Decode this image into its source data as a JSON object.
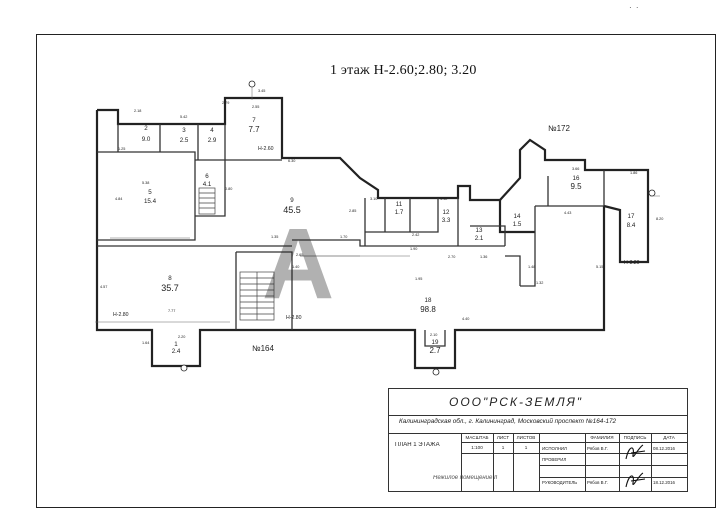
{
  "title": "1 этаж Н-2.60;2.80; 3.20",
  "corner_mark": "· ·",
  "building_labels": {
    "no172": "№172",
    "no164": "№164"
  },
  "rooms": [
    {
      "n": "2",
      "a": "9.0"
    },
    {
      "n": "3",
      "a": "2.5"
    },
    {
      "n": "4",
      "a": "2.9"
    },
    {
      "n": "7",
      "a": "7.7"
    },
    {
      "n": "5",
      "a": "15.4"
    },
    {
      "n": "6",
      "a": "4.1"
    },
    {
      "n": "9",
      "a": "45.5"
    },
    {
      "n": "11",
      "a": "1.7"
    },
    {
      "n": "12",
      "a": "3.3"
    },
    {
      "n": "13",
      "a": "2.1"
    },
    {
      "n": "14",
      "a": "1.5"
    },
    {
      "n": "16",
      "a": "9.5"
    },
    {
      "n": "17",
      "a": "8.4"
    },
    {
      "n": "8",
      "a": "35.7"
    },
    {
      "n": "1",
      "a": "2.4"
    },
    {
      "n": "18",
      "a": "98.8"
    },
    {
      "n": "19",
      "a": "2.7"
    }
  ],
  "heights": {
    "h260": "Н-2.60",
    "h280a": "Н-2.80",
    "h280b": "Н-2.80",
    "h320": "Н-3.20"
  },
  "dims": {
    "d345": "3.45",
    "d255": "2.55",
    "d218": "2.18",
    "d542": "5.42",
    "d125": "1.25",
    "d538": "5.38",
    "d484": "4.84",
    "d285": "2.85",
    "d310": "3.10",
    "d366": "3.66",
    "d186": "1.86",
    "d443": "4.43",
    "d820": "8.20",
    "d515": "5.15",
    "d265": "2.65",
    "d777": "7.77",
    "d457": "4.57",
    "d440": "4.40",
    "d170": "1.70",
    "d270": "2.70",
    "d136": "1.36",
    "d132": "1.32",
    "d148": "1.48",
    "d220": "2.20",
    "d210": "2.10",
    "d164": "1.64",
    "d135": "1.35",
    "d140": "1.40",
    "d630": "6.30",
    "d279": "2.79",
    "d242": "2.42",
    "d080": "0.80",
    "d195": "1.95",
    "d142": "1.42",
    "d190": "1.90"
  },
  "stamp": {
    "company": "ООО\"РСК-ЗЕМЛЯ\"",
    "address": "Калининградская обл., г. Калининград, Московский проспект №164-172",
    "col_scale": "МАСШТАБ",
    "col_sheet": "ЛИСТ",
    "col_sheets": "ЛИСТОВ",
    "scale": "1:100",
    "sheet": "1",
    "sheets": "1",
    "plan_name": "ПЛАН 1 ЭТАЖА",
    "subtitle": "Нежилое помещение II",
    "col_name": "ФАМИЛИЯ",
    "col_sign": "ПОДПИСЬ",
    "col_date": "ДАТА",
    "row1_role": "ИСПОЛНИЛ",
    "row1_name": "Рябов В.Г.",
    "row1_date": "08.12.2016",
    "row2_role": "ПРОВЕРИЛ",
    "row3_role": "РУКОВОДИТЕЛЬ",
    "row3_name": "Рябов В.Г.",
    "row3_date": "18.12.2016"
  }
}
